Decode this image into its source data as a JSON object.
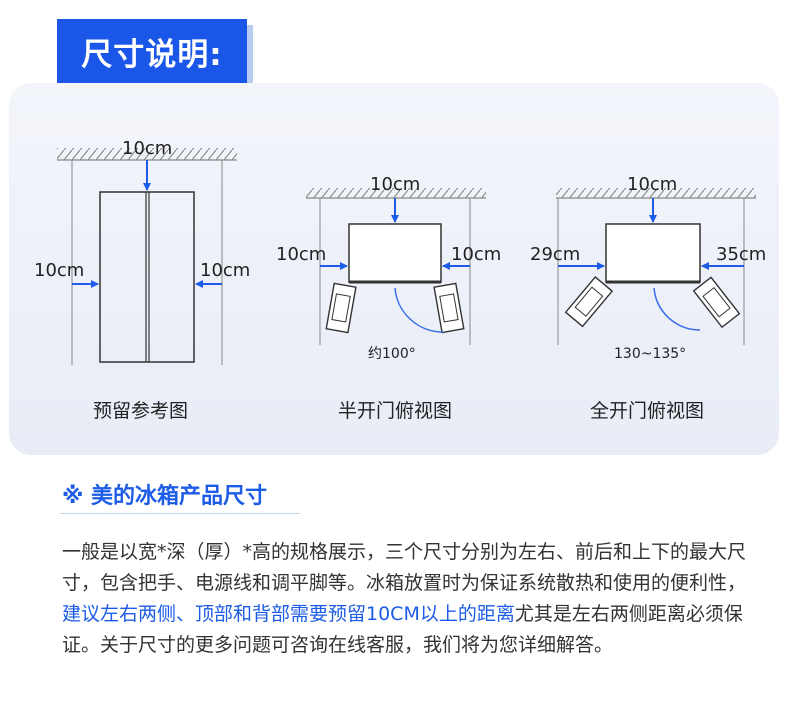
{
  "header": {
    "title": "尺寸说明:"
  },
  "diagrams": {
    "ref": {
      "top_label": "10cm",
      "left_label": "10cm",
      "right_label": "10cm",
      "caption": "预留参考图"
    },
    "half": {
      "top_label": "10cm",
      "left_label": "10cm",
      "right_label": "10cm",
      "angle_label": "约100°",
      "caption": "半开门俯视图"
    },
    "full": {
      "top_label": "10cm",
      "left_label": "29cm",
      "right_label": "35cm",
      "angle_label": "130~135°",
      "caption": "全开门俯视图"
    }
  },
  "section": {
    "title": "※ 美的冰箱产品尺寸",
    "para_part1": "一般是以宽*深（厚）*高的规格展示，三个尺寸分别为左右、前后和上下的最大尺寸，包含把手、电源线和调平脚等。冰箱放置时为保证系统散热和使用的便利性，",
    "para_highlight": "建议左右两侧、顶部和背部需要预留10CM以上的距离",
    "para_part2": "尤其是左右两侧距离必须保证。关于尺寸的更多问题可咨询在线客服，我们将为您详细解答。"
  },
  "colors": {
    "accent": "#1a56e8",
    "arrow": "#1d5ce6",
    "angle": "#3a6ee8"
  }
}
